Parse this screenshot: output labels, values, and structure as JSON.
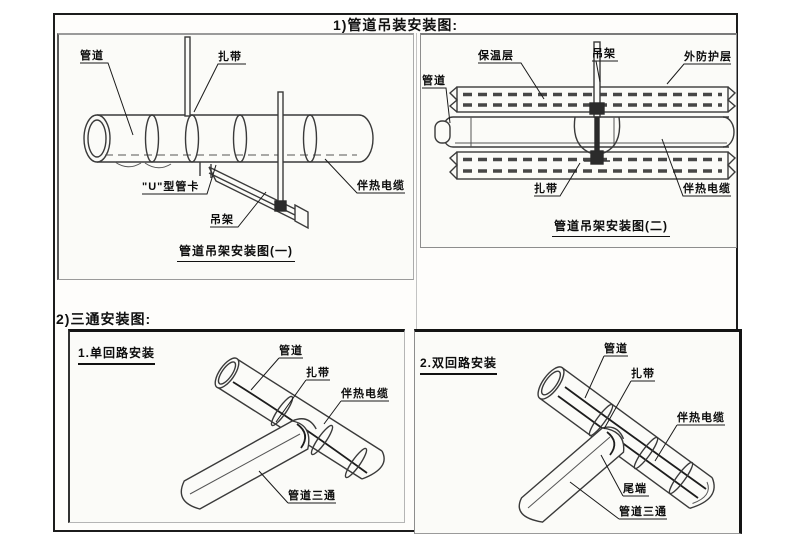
{
  "colors": {
    "line": "#3a3a3a",
    "page_bg": "#ffffff",
    "panel_bg": "#fbfbf8",
    "border": "#1c1c1c"
  },
  "sections": [
    {
      "title": "1)管道吊装安装图:",
      "panels": [
        {
          "caption": "管道吊架安装图(一)",
          "labels": {
            "pipe": "管道",
            "tie": "扎带",
            "u_clamp": "\"U\"型管卡",
            "hanger": "吊架",
            "heat_cable": "伴热电缆"
          }
        },
        {
          "caption": "管道吊架安装图(二)",
          "labels": {
            "insulation": "保温层",
            "hanger": "吊架",
            "outer_protect": "外防护层",
            "pipe": "管道",
            "tie": "扎带",
            "heat_cable": "伴热电缆"
          }
        }
      ]
    },
    {
      "title": "2)三通安装图:",
      "panels": [
        {
          "subtitle": "1.单回路安装",
          "labels": {
            "pipe": "管道",
            "tie": "扎带",
            "heat_cable": "伴热电缆",
            "tee": "管道三通"
          }
        },
        {
          "subtitle": "2.双回路安装",
          "labels": {
            "pipe": "管道",
            "tie": "扎带",
            "heat_cable": "伴热电缆",
            "tail_end": "尾端",
            "tee": "管道三通"
          }
        }
      ]
    }
  ]
}
